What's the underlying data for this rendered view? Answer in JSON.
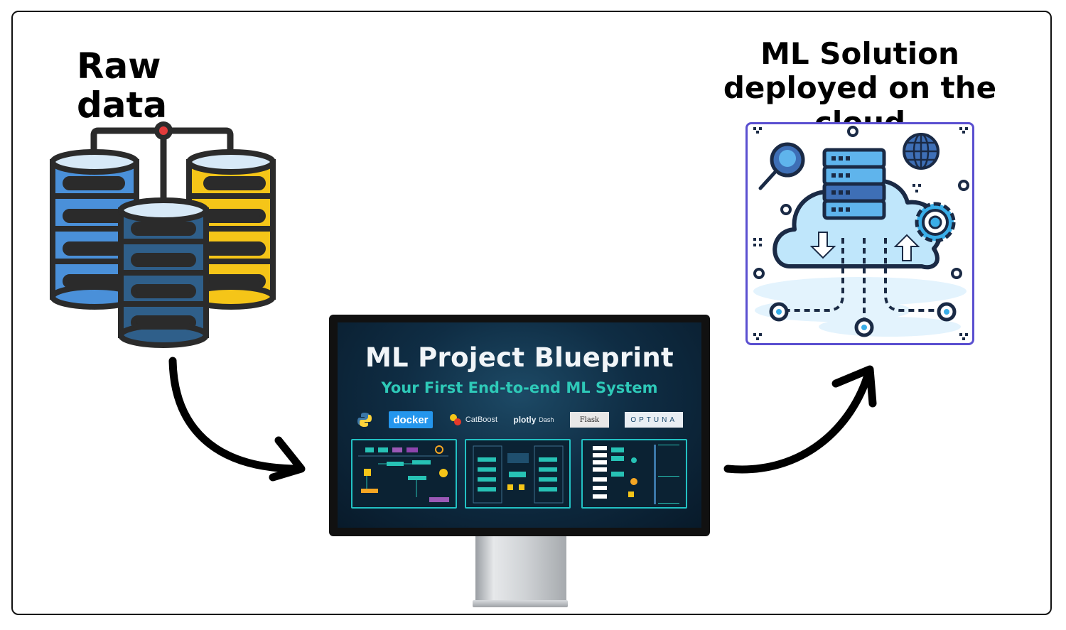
{
  "left_label": "Raw data",
  "right_label": {
    "line1": "ML Solution",
    "line2": "deployed on the cloud"
  },
  "screen": {
    "title": "ML Project Blueprint",
    "subtitle": "Your First End-to-end ML System",
    "logos": {
      "python": "python-logo",
      "docker": "docker",
      "catboost": "CatBoost",
      "plotly": "plotly",
      "plotly_dash": "Dash",
      "flask": "Flask",
      "optuna": "OPTUNA"
    }
  },
  "colors": {
    "db_blue": "#4a90d9",
    "db_navy": "#2f5f8a",
    "db_yellow": "#f5c518",
    "screen_accent": "#22c1c3",
    "cloud_border": "#5a4fd0",
    "cloud_fill": "#bfe6fb"
  }
}
